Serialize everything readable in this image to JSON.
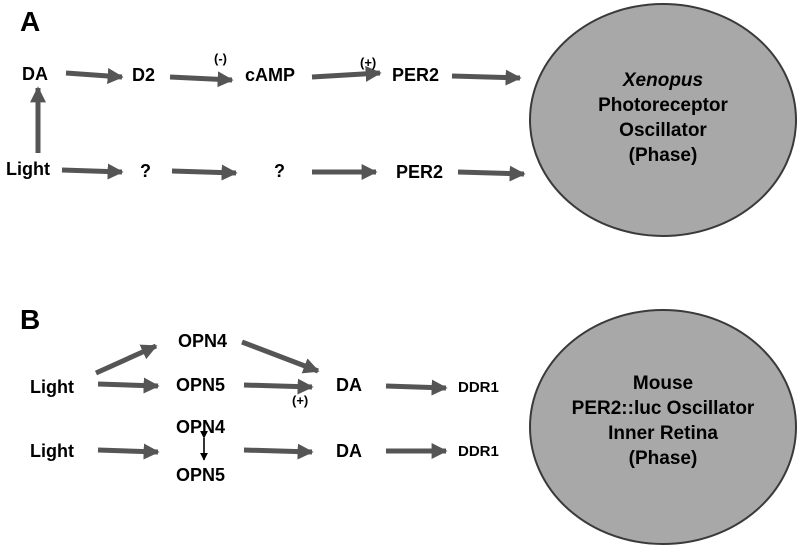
{
  "panel_a": {
    "label": "A",
    "row1": {
      "n1": "DA",
      "n2": "D2",
      "n3": "cAMP",
      "n4": "PER2",
      "sign_dc": "(-)",
      "sign_cp": "(+)"
    },
    "row2": {
      "n1": "Light",
      "n2": "?",
      "n3": "?",
      "n4": "PER2"
    },
    "oscillator": {
      "line1": "Xenopus",
      "line2": "Photoreceptor",
      "line3": "Oscillator",
      "line4": "(Phase)"
    }
  },
  "panel_b": {
    "label": "B",
    "row1": {
      "light": "Light",
      "opn4_top": "OPN4",
      "opn5": "OPN5",
      "da": "DA",
      "ddr1": "DDR1",
      "sign": "(+)"
    },
    "row2": {
      "light": "Light",
      "opn4": "OPN4",
      "opn5": "OPN5",
      "da": "DA",
      "ddr1": "DDR1"
    },
    "oscillator": {
      "line1": "Mouse",
      "line2": "PER2::luc Oscillator",
      "line3": "Inner Retina",
      "line4": "(Phase)"
    }
  },
  "colors": {
    "arrow": "#555555",
    "circle_fill": "#a8a8a8",
    "circle_stroke": "#3a3a3a"
  }
}
